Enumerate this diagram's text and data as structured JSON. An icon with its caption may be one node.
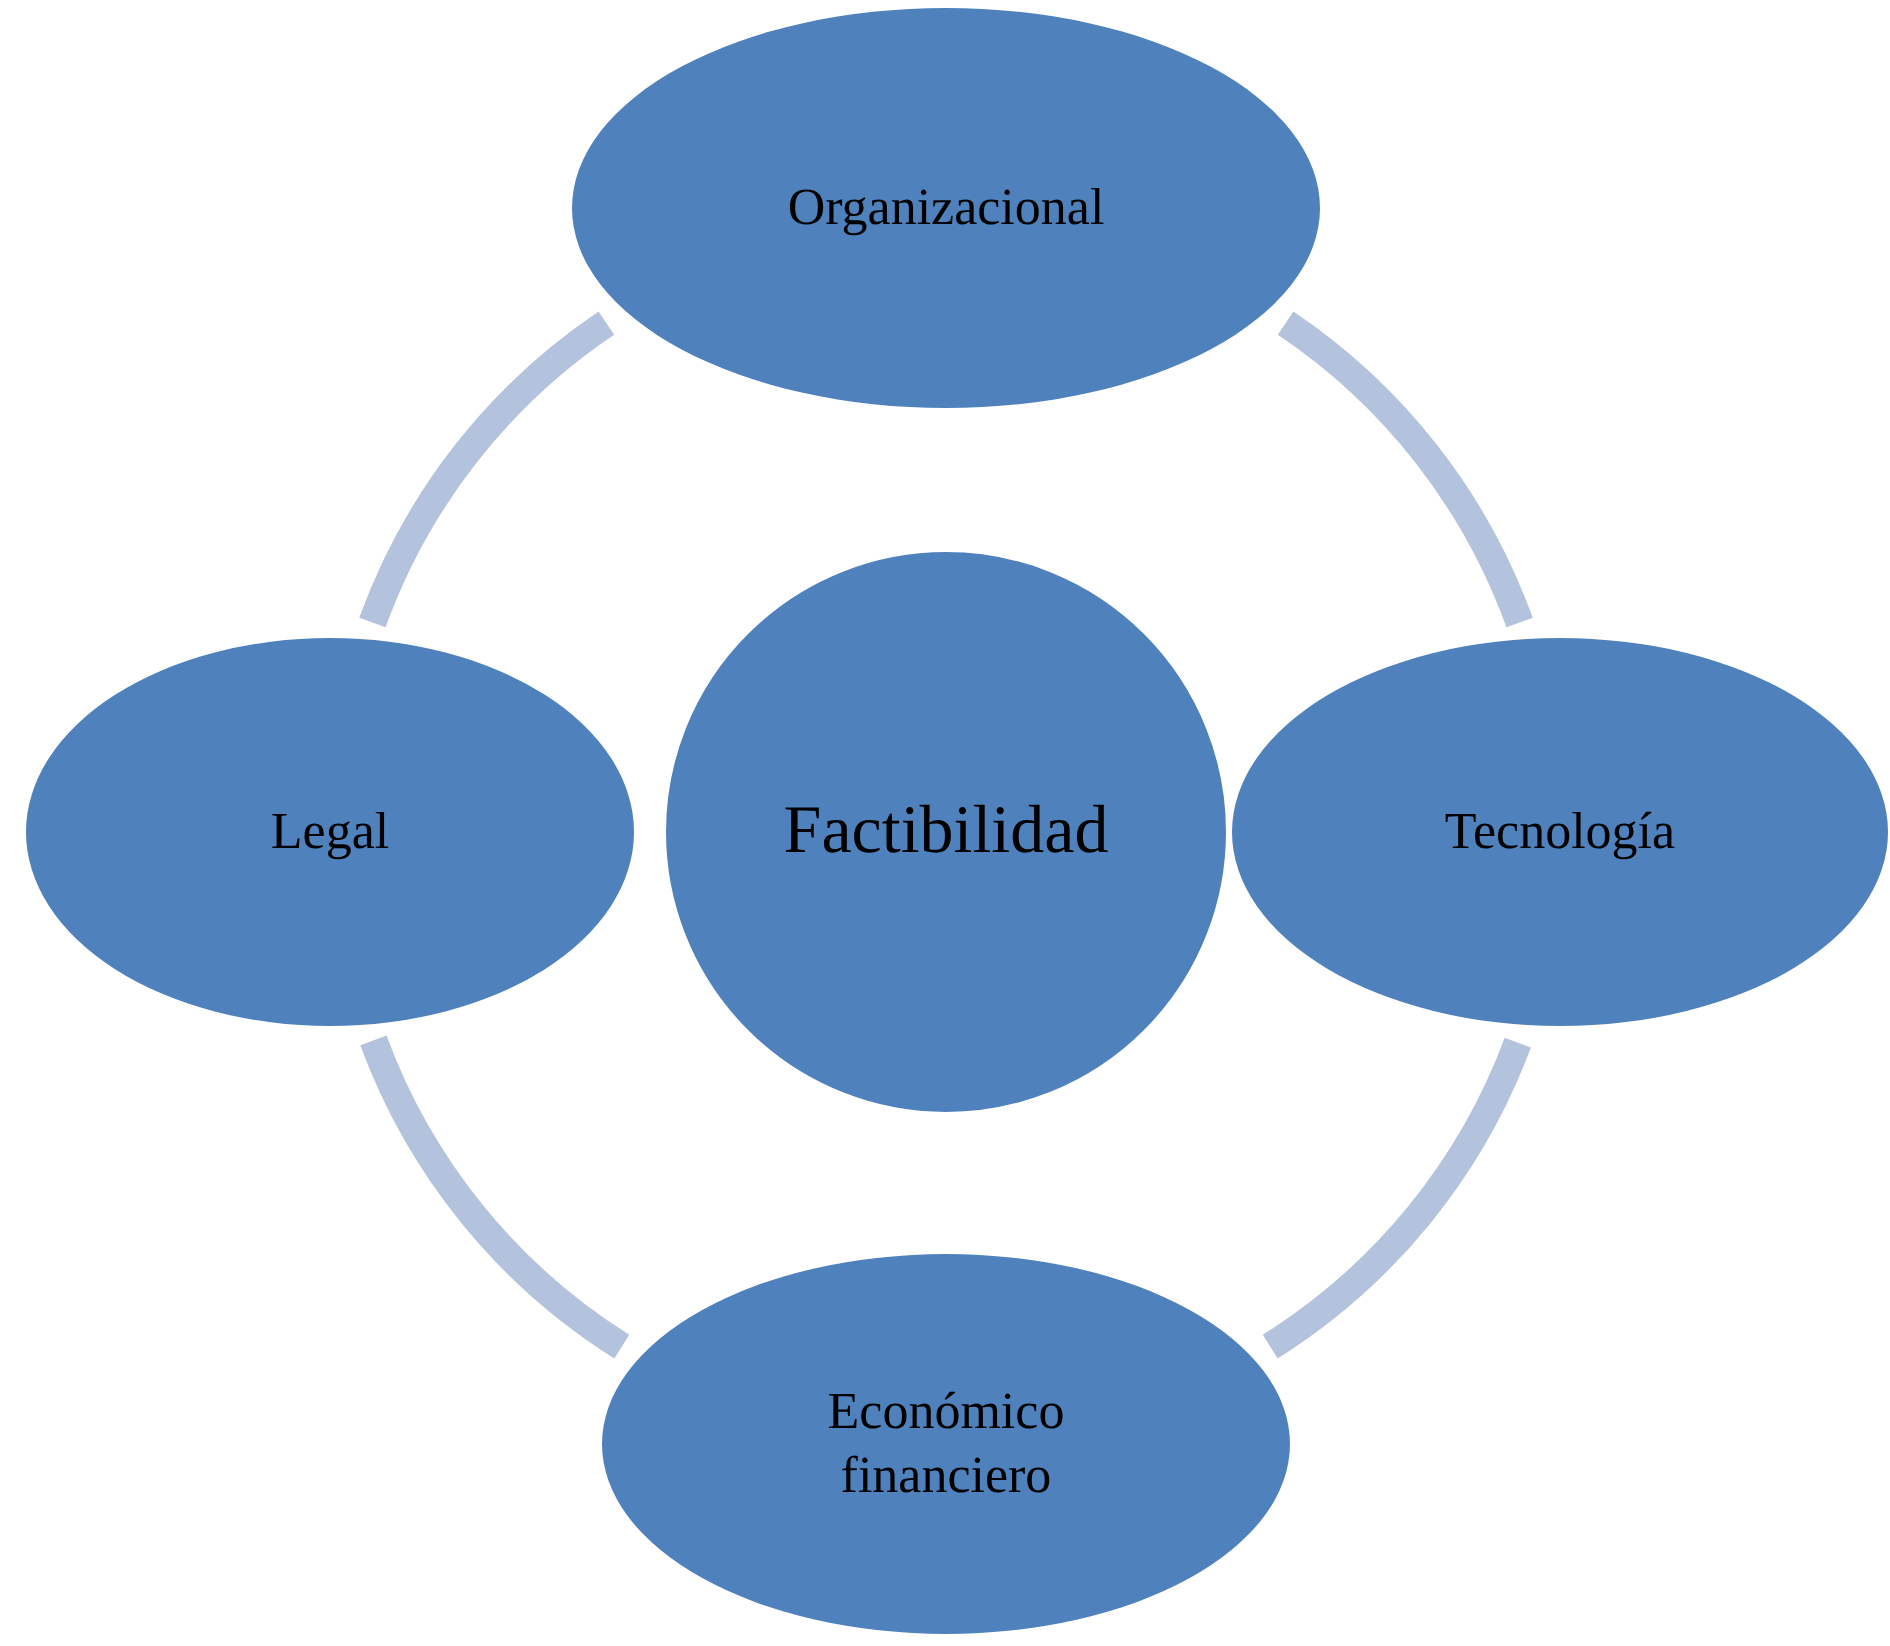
{
  "diagram": {
    "nodes": [
      {
        "text": [
          "Organizacional"
        ]
      },
      {
        "text": [
          "Legal"
        ]
      },
      {
        "text": [
          "Factibilidad"
        ]
      },
      {
        "text": [
          "Tecnología"
        ]
      },
      {
        "text": [
          "Económico financiero"
        ]
      }
    ],
    "edges": [
      {
        "from": 0,
        "to": 3,
        "arrow": "none"
      },
      {
        "from": 3,
        "to": 4,
        "arrow": "none"
      },
      {
        "from": 4,
        "to": 1,
        "arrow": "none"
      },
      {
        "from": 1,
        "to": 0,
        "arrow": "none"
      }
    ]
  }
}
